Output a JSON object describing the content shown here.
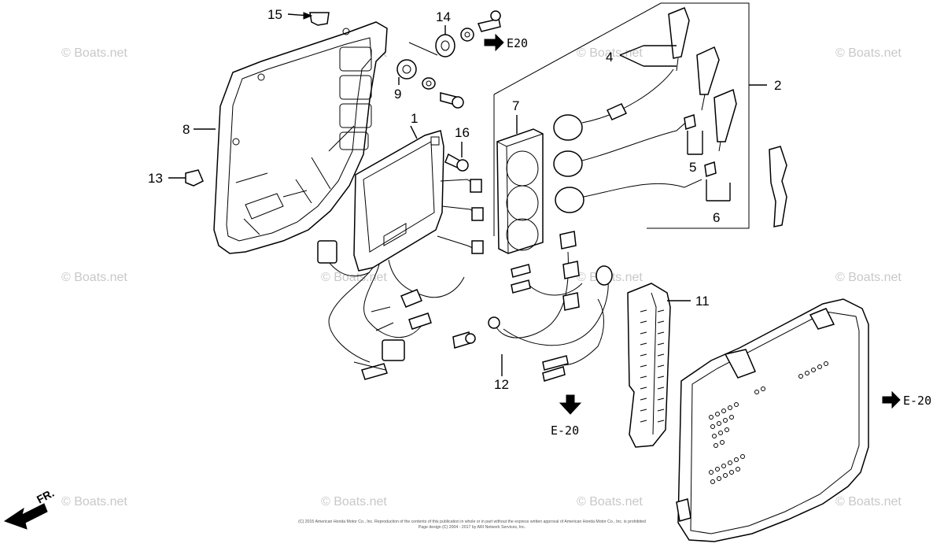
{
  "watermark": "© Boats.net",
  "callouts": {
    "c1": "1",
    "c2": "2",
    "c4": "4",
    "c5": "5",
    "c6": "6",
    "c7": "7",
    "c8": "8",
    "c9": "9",
    "c11": "11",
    "c12": "12",
    "c13": "13",
    "c14": "14",
    "c15": "15",
    "c16": "16"
  },
  "refs": {
    "e20_top": "E20",
    "e20_bottom": "E-20",
    "e20_right": "E-20"
  },
  "direction_label": "FR.",
  "footer": {
    "line1": "(C) 2015 American Honda Motor Co., Inc. Reproduction of the contents of this publication in whole or in part without the express written approval of American Honda Motor Co., Inc. is prohibited",
    "line2": "Page design (C) 2004 - 2017 by ARI Network Services, Inc."
  }
}
